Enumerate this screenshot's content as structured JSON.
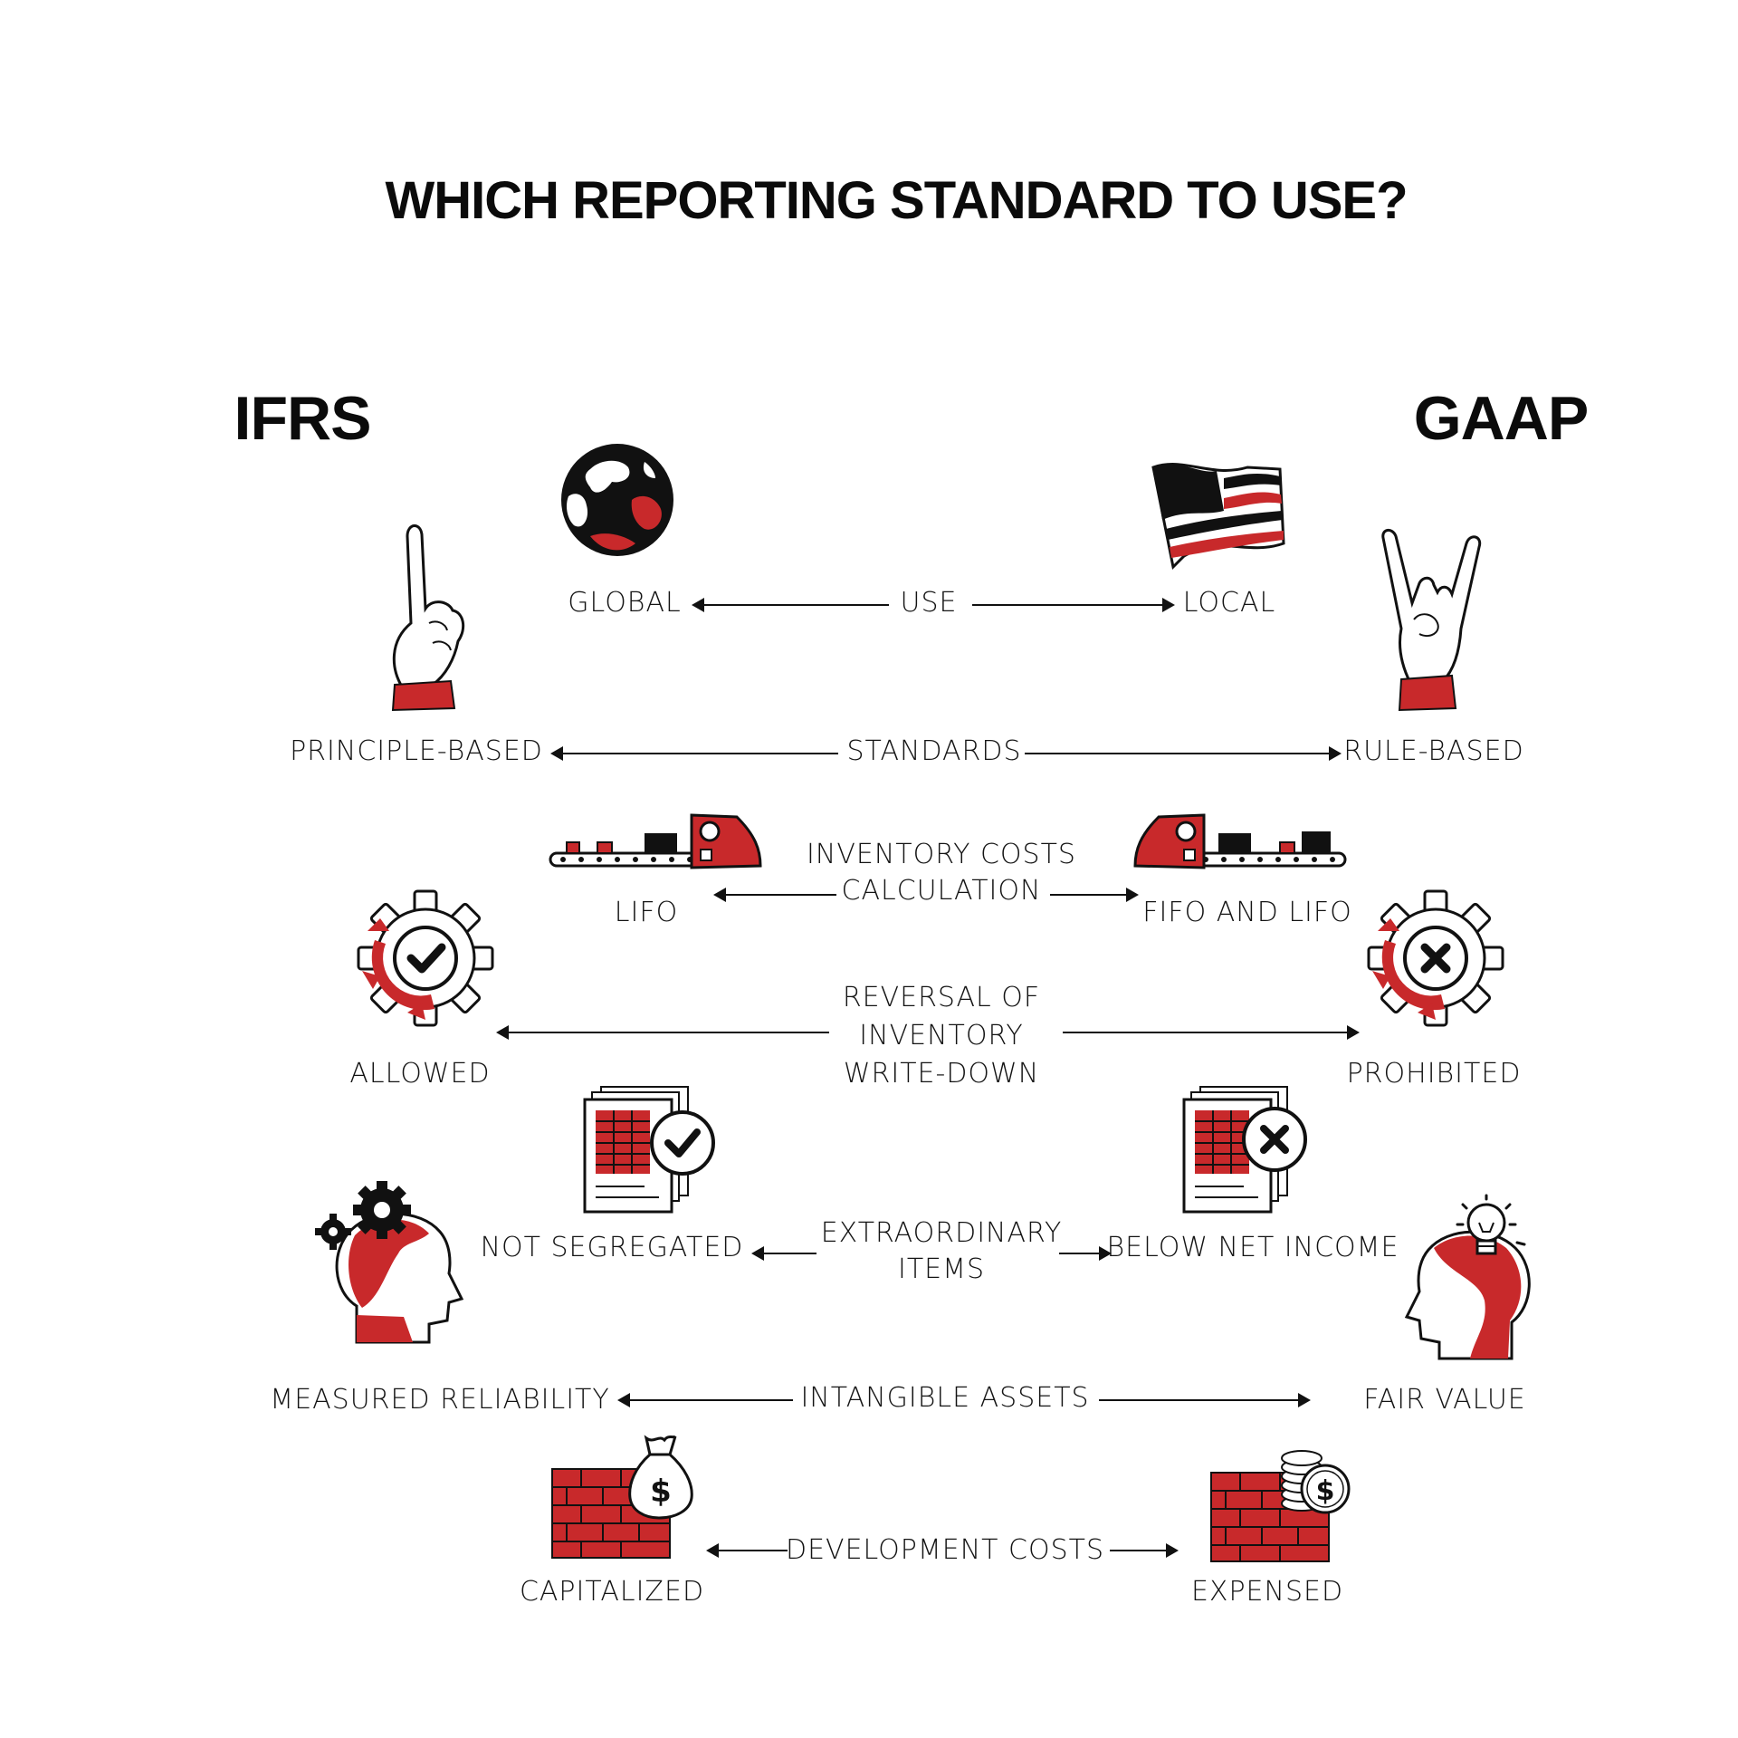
{
  "title": "WHICH REPORTING STANDARD TO USE?",
  "left_heading": "IFRS",
  "right_heading": "GAAP",
  "colors": {
    "accent": "#c8292b",
    "ink": "#111111",
    "paper": "#ffffff"
  },
  "rows": [
    {
      "topic": [
        "USE"
      ],
      "left": "GLOBAL",
      "right": "LOCAL"
    },
    {
      "topic": [
        "STANDARDS"
      ],
      "left": "PRINCIPLE-BASED",
      "right": "RULE-BASED"
    },
    {
      "topic": [
        "INVENTORY COSTS",
        "CALCULATION"
      ],
      "left": "LIFO",
      "right": "FIFO AND LIFO"
    },
    {
      "topic": [
        "REVERSAL OF",
        "INVENTORY",
        "WRITE-DOWN"
      ],
      "left": "ALLOWED",
      "right": "PROHIBITED"
    },
    {
      "topic": [
        "EXTRAORDINARY",
        "ITEMS"
      ],
      "left": "NOT SEGREGATED",
      "right": "BELOW NET INCOME"
    },
    {
      "topic": [
        "INTANGIBLE ASSETS"
      ],
      "left": "MEASURED RELIABILITY",
      "right": "FAIR VALUE"
    },
    {
      "topic": [
        "DEVELOPMENT COSTS"
      ],
      "left": "CAPITALIZED",
      "right": "EXPENSED"
    }
  ],
  "icons": {
    "globe": "globe-icon",
    "flag": "flag-icon",
    "finger": "index-finger-hand-icon",
    "rock_hand": "rock-hand-icon",
    "conveyor_left": "conveyor-belt-icon",
    "conveyor_right": "conveyor-belt-icon",
    "gear_check": "gear-checkmark-icon",
    "gear_cross": "gear-cross-icon",
    "doc_check": "document-checkmark-icon",
    "doc_cross": "document-cross-icon",
    "head_gears": "head-gears-icon",
    "head_bulb": "head-lightbulb-icon",
    "wall_money_bag": "brick-wall-money-bag-icon",
    "wall_coins": "brick-wall-coins-icon"
  }
}
